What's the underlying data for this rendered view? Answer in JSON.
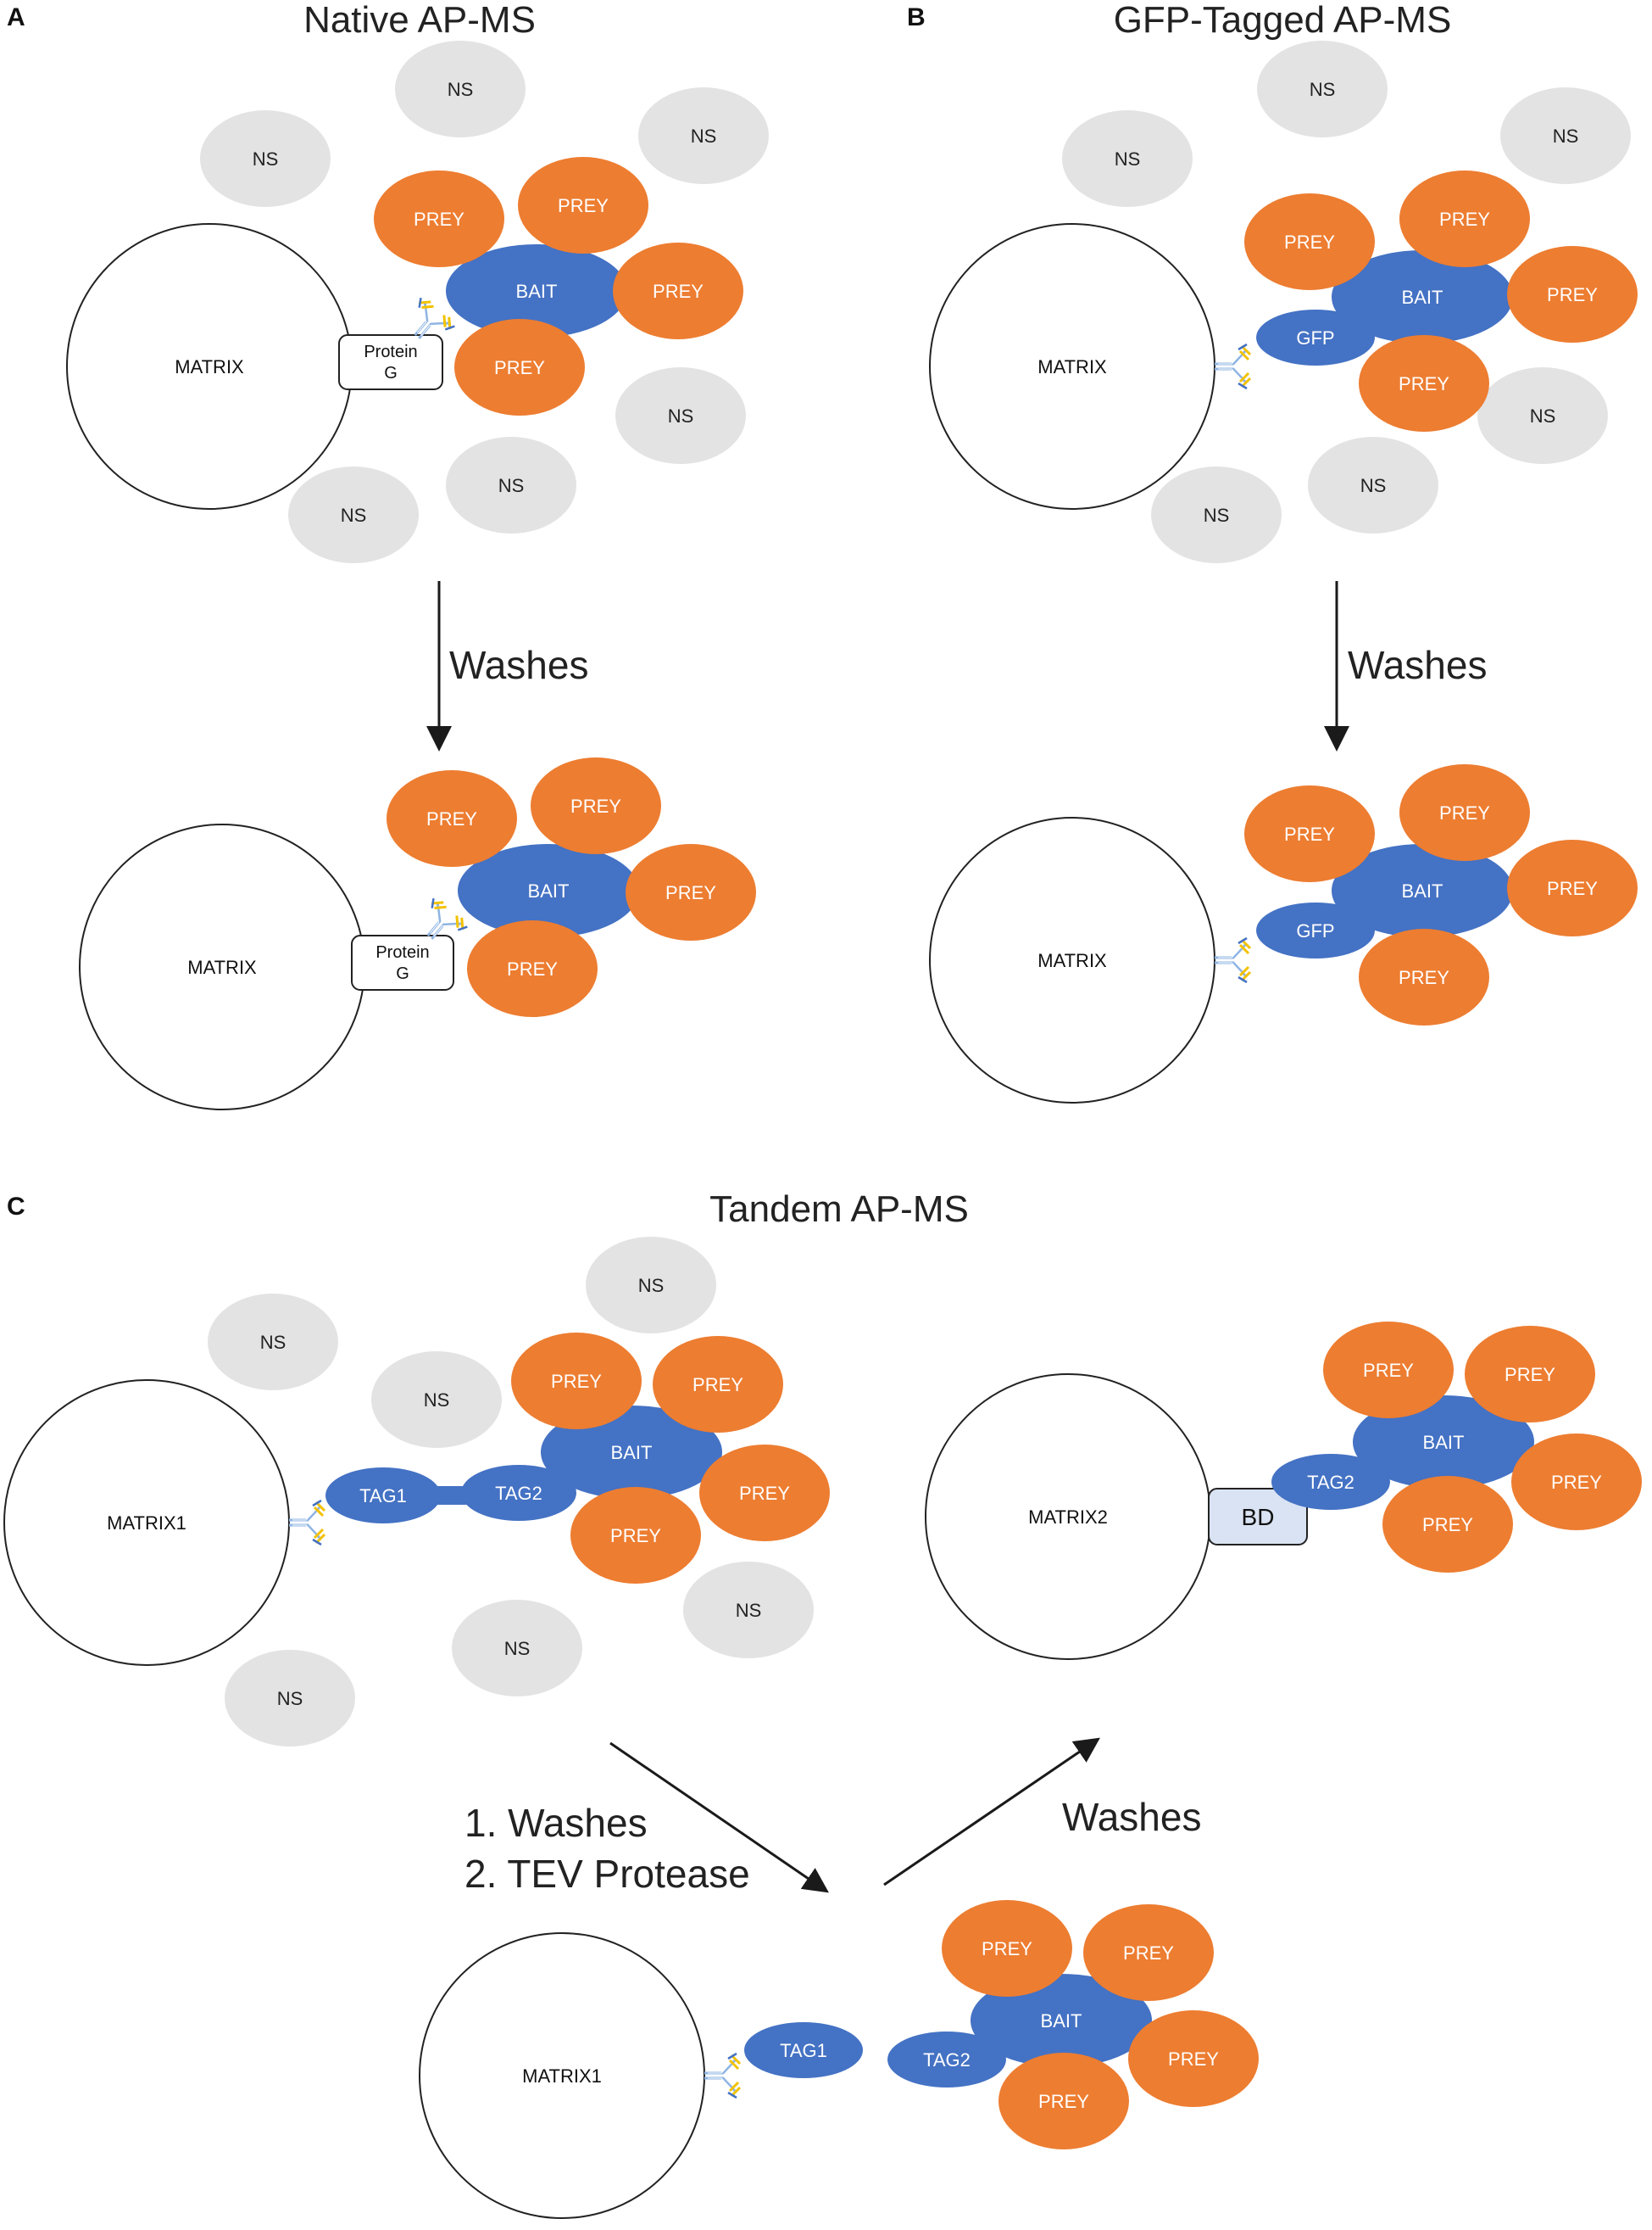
{
  "panels": [
    {
      "letter": "A",
      "title": "Native AP-MS"
    },
    {
      "letter": "B",
      "title": "GFP-Tagged AP-MS"
    },
    {
      "letter": "C",
      "title": "Tandem AP-MS"
    }
  ],
  "labels": {
    "ns": "NS",
    "prey": "PREY",
    "bait": "BAIT",
    "gfp": "GFP",
    "matrix": "MATRIX",
    "matrix1": "MATRIX1",
    "matrix2": "MATRIX2",
    "protein_g_line1": "Protein",
    "protein_g_line2": "G",
    "tag1": "TAG1",
    "tag2": "TAG2",
    "bd": "BD"
  },
  "steps": {
    "washes": "Washes",
    "step1": "1. Washes",
    "step2": "2. TEV Protease"
  },
  "colors": {
    "prey": "#ED7D31",
    "bait": "#4472C4",
    "ns": "#E3E3E3",
    "bd_fill": "#DAE3F3",
    "antibody_blue": "#8EB4E3",
    "antibody_yellow": "#F2C200"
  }
}
